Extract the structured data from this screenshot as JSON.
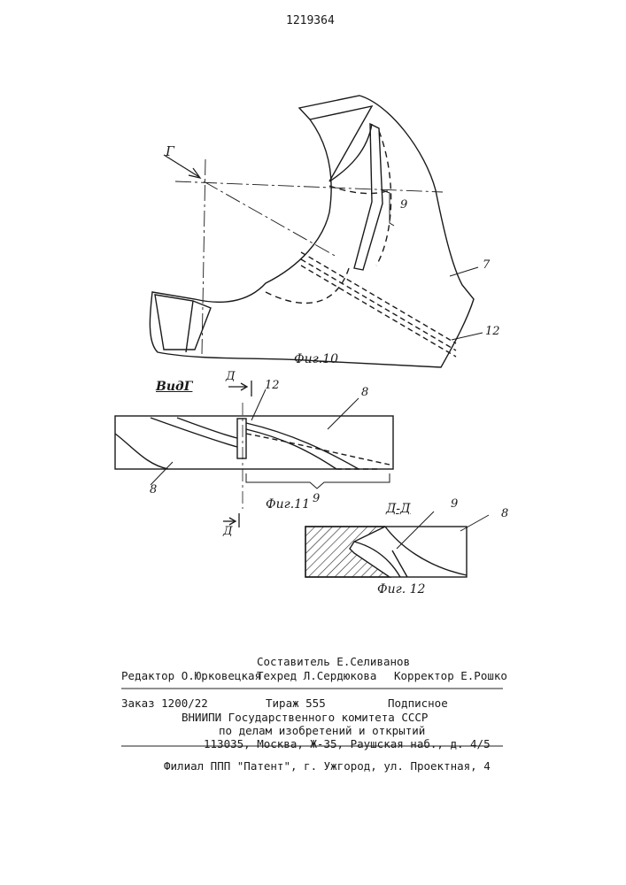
{
  "header": {
    "patent_number": "1219364"
  },
  "figures": {
    "fig10": {
      "caption": "Фиг.10",
      "labels": {
        "view_arrow": "Г",
        "l9": "9",
        "l7": "7",
        "l12": "12"
      }
    },
    "fig11": {
      "caption": "Фиг.11",
      "view_title": "ВидГ",
      "labels": {
        "d_top": "Д",
        "d_bottom": "Д",
        "l12": "12",
        "l8_top": "8",
        "l8_bottom": "8",
        "l9": "9"
      }
    },
    "fig12": {
      "caption": "Фиг. 12",
      "section_title": "Д-Д",
      "labels": {
        "l9": "9",
        "l8": "8"
      }
    }
  },
  "footer": {
    "compiler": "Составитель Е.Селиванов",
    "editor": "Редактор О.Юрковецкая",
    "techred": "Техред Л.Сердюкова",
    "corrector": "Корректор Е.Рошко",
    "order": "Заказ 1200/22",
    "circulation": "Тираж 555",
    "subscription": "Подписное",
    "org_line1": "ВНИИПИ Государственного комитета СССР",
    "org_line2": "по делам изобретений и открытий",
    "address": "113035, Москва, Ж-35, Раушская наб., д. 4/5",
    "branch": "Филиал ППП \"Патент\", г. Ужгород, ул. Проектная, 4"
  }
}
